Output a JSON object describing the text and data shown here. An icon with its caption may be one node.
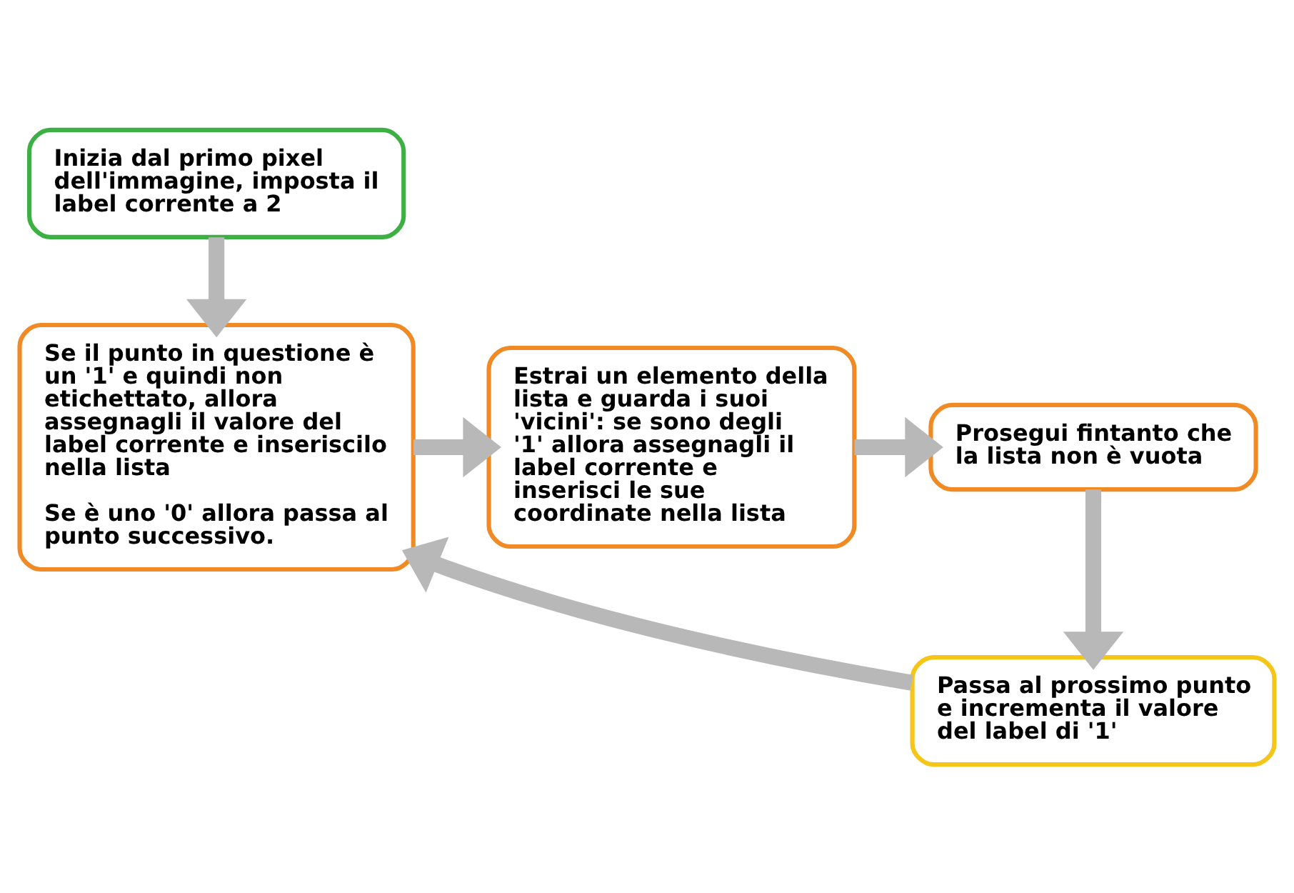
{
  "diagram": {
    "nodes": [
      {
        "text": [
          "Inizia dal primo pixel dell'immagine, imposta il label corrente a 2"
        ]
      },
      {
        "text": [
          "Se il punto in questione è un '1' e quindi non etichettato, allora assegnagli il valore del label corrente e inseriscilo nella lista",
          "Se è uno '0' allora passa al punto successivo."
        ]
      },
      {
        "text": [
          "Estrai un elemento della lista e guarda i suoi 'vicini': se sono degli '1' allora assegnagli il label corrente e inserisci le sue coordinate nella lista"
        ]
      },
      {
        "text": [
          "Prosegui fintanto che la lista non è vuota"
        ]
      },
      {
        "text": [
          "Passa al prossimo punto e incrementa il valore del label di '1'"
        ]
      }
    ],
    "edges": [
      {
        "from": 0,
        "to": 1,
        "arrow": "to"
      },
      {
        "from": 1,
        "to": 2,
        "arrow": "to"
      },
      {
        "from": 2,
        "to": 3,
        "arrow": "to"
      },
      {
        "from": 3,
        "to": 4,
        "arrow": "to"
      },
      {
        "from": 4,
        "to": 1,
        "arrow": "to"
      }
    ]
  }
}
